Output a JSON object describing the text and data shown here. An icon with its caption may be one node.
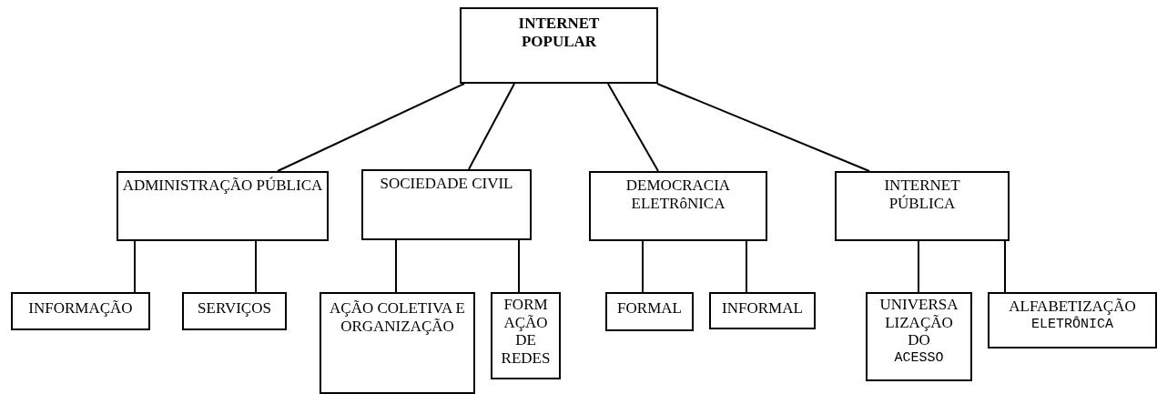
{
  "diagram": {
    "nodes": [
      {
        "text": [
          "INTERNET POPULAR"
        ]
      },
      {
        "text": [
          "ADMINISTRAÇÃO PÚBLICA"
        ]
      },
      {
        "text": [
          "SOCIEDADE CIVIL"
        ]
      },
      {
        "text": [
          "DEMOCRACIA ELETRôNICA"
        ]
      },
      {
        "text": [
          "INTERNET PÚBLICA"
        ]
      },
      {
        "text": [
          "INFORMAÇÃO"
        ]
      },
      {
        "text": [
          "SERVIÇOS"
        ]
      },
      {
        "text": [
          "AÇÃO COLETIVA E ORGANIZAÇÃO"
        ]
      },
      {
        "text": [
          "FORM AÇÃO DE REDES"
        ]
      },
      {
        "text": [
          "FORMAL"
        ]
      },
      {
        "text": [
          "INFORMAL"
        ]
      },
      {
        "text": [
          "UNIVERSA LIZAÇÃO DO",
          "ACESSO"
        ]
      },
      {
        "text": [
          "ALFABETIZAÇÃO",
          "ELETRÔNICA"
        ]
      }
    ],
    "edges": [
      {
        "from": 0,
        "to": 1,
        "arrow": "none"
      },
      {
        "from": 0,
        "to": 2,
        "arrow": "none"
      },
      {
        "from": 0,
        "to": 3,
        "arrow": "none"
      },
      {
        "from": 0,
        "to": 4,
        "arrow": "none"
      },
      {
        "from": 1,
        "to": 5,
        "arrow": "none"
      },
      {
        "from": 1,
        "to": 6,
        "arrow": "none"
      },
      {
        "from": 2,
        "to": 7,
        "arrow": "none"
      },
      {
        "from": 2,
        "to": 8,
        "arrow": "none"
      },
      {
        "from": 3,
        "to": 9,
        "arrow": "none"
      },
      {
        "from": 3,
        "to": 10,
        "arrow": "none"
      },
      {
        "from": 4,
        "to": 11,
        "arrow": "none"
      },
      {
        "from": 4,
        "to": 12,
        "arrow": "none"
      }
    ]
  }
}
